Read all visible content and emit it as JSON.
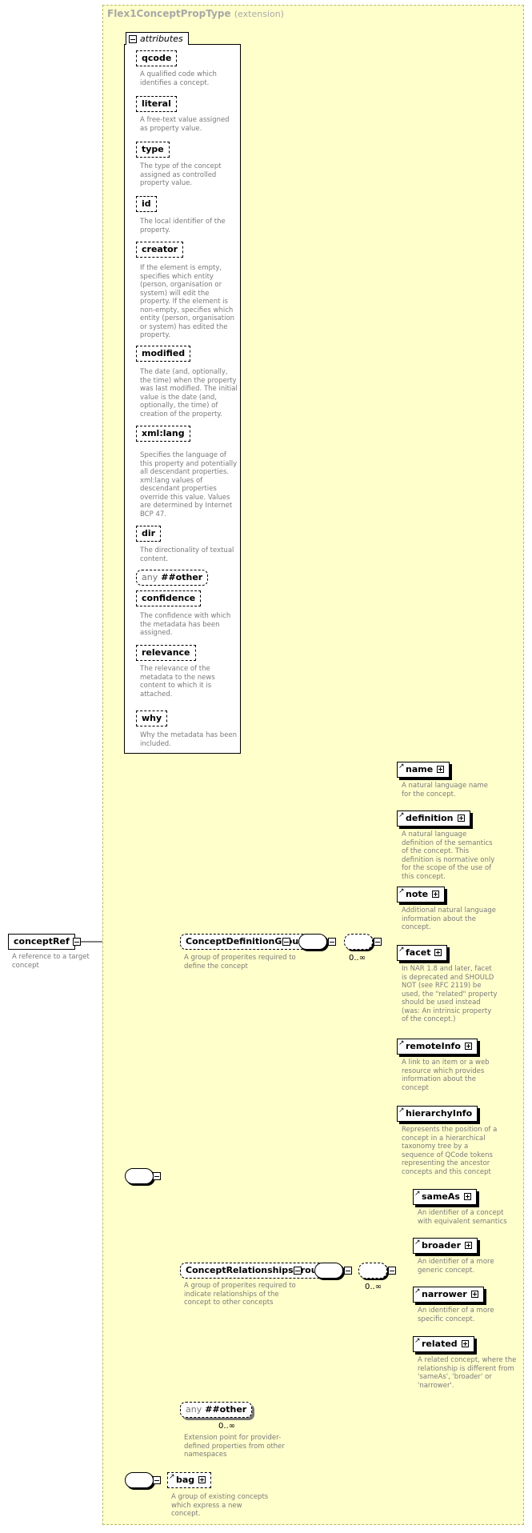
{
  "panel": {
    "title": "Flex1ConceptPropType",
    "subtitle": "(extension)"
  },
  "attributes": {
    "header": "attributes",
    "items": [
      {
        "name": "qcode",
        "desc": "A qualified code which identifies a concept."
      },
      {
        "name": "literal",
        "desc": "A free-text value assigned as property value."
      },
      {
        "name": "type",
        "desc": "The type of the concept assigned as controlled property value."
      },
      {
        "name": "id",
        "desc": "The local identifier of the property."
      },
      {
        "name": "creator",
        "desc": "If the element is empty, specifies which entity (person, organisation or system) will edit the property. If the element is non-empty, specifies which entity (person, organisation or system) has edited the property."
      },
      {
        "name": "modified",
        "desc": "The date (and, optionally, the time) when the property was last modified. The initial value is the date (and, optionally, the time) of creation of the property."
      },
      {
        "name": "xml:lang",
        "desc": "Specifies the language of this property and potentially all descendant properties. xml:lang values of descendant properties override this value. Values are determined by Internet BCP 47."
      },
      {
        "name": "dir",
        "desc": "The directionality of textual content."
      },
      {
        "any": "any",
        "name": "##other",
        "desc": ""
      },
      {
        "name": "confidence",
        "desc": "The confidence with which the metadata has been assigned."
      },
      {
        "name": "relevance",
        "desc": "The relevance of the metadata to the news content to which it is attached."
      },
      {
        "name": "why",
        "desc": "Why the metadata has been included."
      }
    ]
  },
  "root": {
    "name": "conceptRef",
    "desc": "A reference to a target concept"
  },
  "conceptDefinitionGroup": {
    "name": "ConceptDefinitionGroup",
    "desc": "A group of properites required to define the concept",
    "multiplicity": "0..∞",
    "children": [
      {
        "name": "name",
        "desc": "A natural language name for the concept."
      },
      {
        "name": "definition",
        "desc": "A natural language definition of the semantics of the concept. This definition is normative only for the scope of the use of this concept."
      },
      {
        "name": "note",
        "desc": "Additional natural language information about the concept."
      },
      {
        "name": "facet",
        "desc": "In NAR 1.8 and later, facet is deprecated and SHOULD NOT (see RFC 2119) be used, the \"related\" property should be used instead (was: An intrinsic property of the concept.)"
      },
      {
        "name": "remoteInfo",
        "desc": "A link to an item or a web resource which provides information about the concept"
      },
      {
        "name": "hierarchyInfo",
        "desc": "Represents the position of a concept in a hierarchical taxonomy tree by a sequence of QCode tokens representing the ancestor concepts and this concept"
      }
    ]
  },
  "conceptRelationshipsGroup": {
    "name": "ConceptRelationshipsGroup",
    "desc": "A group of properites required to indicate relationships of the concept to other concepts",
    "multiplicity": "0..∞",
    "children": [
      {
        "name": "sameAs",
        "desc": "An identifier of a concept with equivalent semantics"
      },
      {
        "name": "broader",
        "desc": "An identifier of a more generic concept."
      },
      {
        "name": "narrower",
        "desc": "An identifier of a more specific concept."
      },
      {
        "name": "related",
        "desc": "A related concept, where the relationship is different from 'sameAs', 'broader' or 'narrower'."
      }
    ]
  },
  "anyOther": {
    "any": "any",
    "name": "##other",
    "multiplicity": "0..∞",
    "desc": "Extension point for provider-defined properties from other namespaces"
  },
  "bag": {
    "name": "bag",
    "desc": "A group of existing concepts which express a new concept."
  },
  "colors": {
    "panel": "#ffffcc",
    "panel_border": "#b8b86a",
    "desc_text": "#7a7a7a",
    "title_text": "#a8a8a8"
  }
}
